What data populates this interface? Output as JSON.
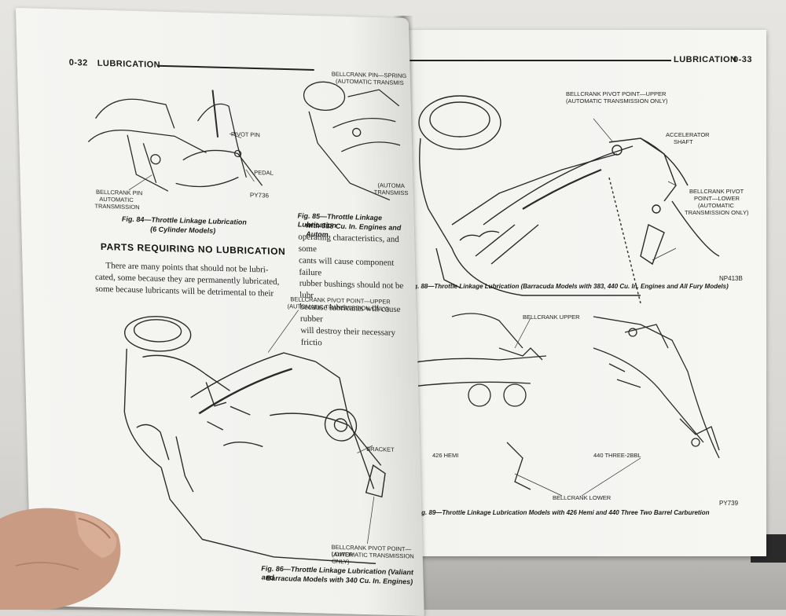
{
  "left_page": {
    "page_number": "0-32",
    "section_title": "LUBRICATION",
    "fig84": {
      "caption_line1": "Fig. 84—Throttle Linkage Lubrication",
      "caption_line2": "(6 Cylinder Models)",
      "label_pivot_pin": "PIVOT PIN",
      "label_pedal": "PEDAL",
      "label_bellcrank_pin": "BELLCRANK PIN",
      "label_automatic": "AUTOMATIC",
      "label_transmission": "TRANSMISSION",
      "code": "PY736"
    },
    "fig85": {
      "label_bellcrank_pin_spring": "BELLCRANK PIN—SPRING",
      "label_automatic_trans": "(AUTOMATIC TRANSMIS",
      "label_automatic_short": "(AUTOMA",
      "label_trans_short": "TRANSMISS",
      "caption_line1": "Fig. 85—Throttle Linkage Lubrication",
      "caption_line2": "with 318 Cu. In. Engines and Autom"
    },
    "parts_heading": "PARTS REQUIRING NO LUBRICATION",
    "parts_paragraph": [
      "There are many points that should not be lubri-",
      "cated, some because they are permanently lubricated,",
      "some because lubricants will be detrimental to their"
    ],
    "right_column_paragraph": [
      "operating characteristics, and some",
      "cants will cause component failure",
      "rubber bushings should not be lubr",
      "because lubricants will cause rubber",
      "will destroy their necessary frictio"
    ],
    "fig86": {
      "label_pivot_upper": "BELLCRANK PIVOT POINT—UPPER",
      "label_pivot_upper_sub": "(AUTOMATIC TRANSMISSION ONLY)",
      "label_bracket": "BRACKET",
      "label_pivot_lower": "BELLCRANK PIVOT POINT—LOWER",
      "label_pivot_lower_sub": "(AUTOMATIC TRANSMISSION ONLY)",
      "caption_line1": "Fig. 86—Throttle Linkage Lubrication (Valiant and",
      "caption_line2": "Barracuda Models with 340 Cu. In. Engines)"
    }
  },
  "right_page": {
    "page_number": "0-33",
    "section_title": "LUBRICATION",
    "fig88": {
      "label_pivot_upper": "BELLCRANK PIVOT POINT—UPPER",
      "label_pivot_upper_sub": "(AUTOMATIC TRANSMISSION ONLY)",
      "label_accelerator": "ACCELERATOR",
      "label_shaft": "SHAFT",
      "label_pivot_lower_1": "BELLCRANK PIVOT",
      "label_pivot_lower_2": "POINT—LOWER",
      "label_pivot_lower_3": "(AUTOMATIC",
      "label_pivot_lower_4": "TRANSMISSION ONLY)",
      "code": "NP413B",
      "caption": "Fig. 88—Throttle Linkage Lubrication (Barracuda Models with 383, 440 Cu. In. Engines and All Fury Models)"
    },
    "fig89": {
      "label_bellcrank_upper": "BELLCRANK UPPER",
      "label_426_hemi": "426 HEMI",
      "label_440": "440 THREE-2BBL",
      "label_bellcrank_lower": "BELLCRANK LOWER",
      "code": "PY739",
      "caption": "Fig. 89—Throttle Linkage Lubrication Models with 426 Hemi and 440 Three Two Barrel Carburetion"
    }
  },
  "colors": {
    "paper": "#f4f4f1",
    "ink": "#1a1a1a",
    "background": "#d9d8d4"
  }
}
